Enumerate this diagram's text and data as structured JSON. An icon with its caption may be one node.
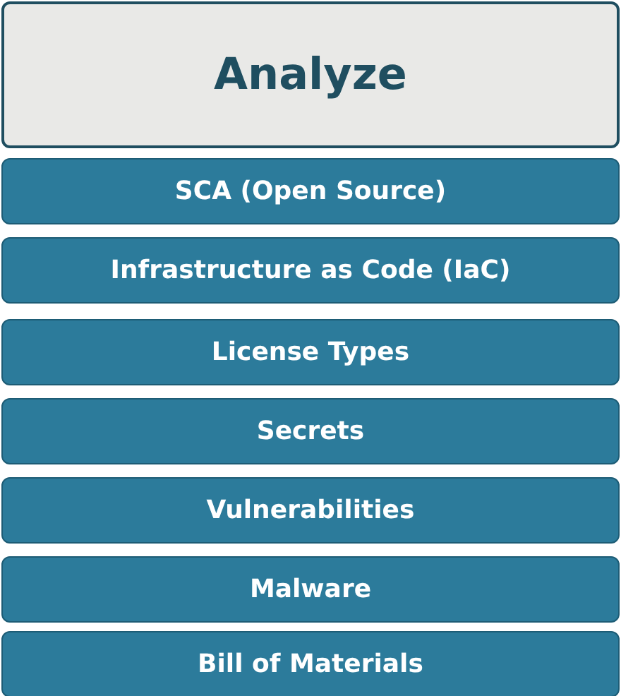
{
  "diagram": {
    "nodes": [
      {
        "text": [
          "Analyze"
        ]
      },
      {
        "text": [
          "SCA (Open Source)"
        ]
      },
      {
        "text": [
          "Infrastructure as Code (IaC)"
        ]
      },
      {
        "text": [
          "License Types"
        ]
      },
      {
        "text": [
          "Secrets"
        ]
      },
      {
        "text": [
          "Vulnerabilities"
        ]
      },
      {
        "text": [
          "Malware"
        ]
      },
      {
        "text": [
          "Bill of Materials"
        ]
      }
    ],
    "edges": []
  }
}
